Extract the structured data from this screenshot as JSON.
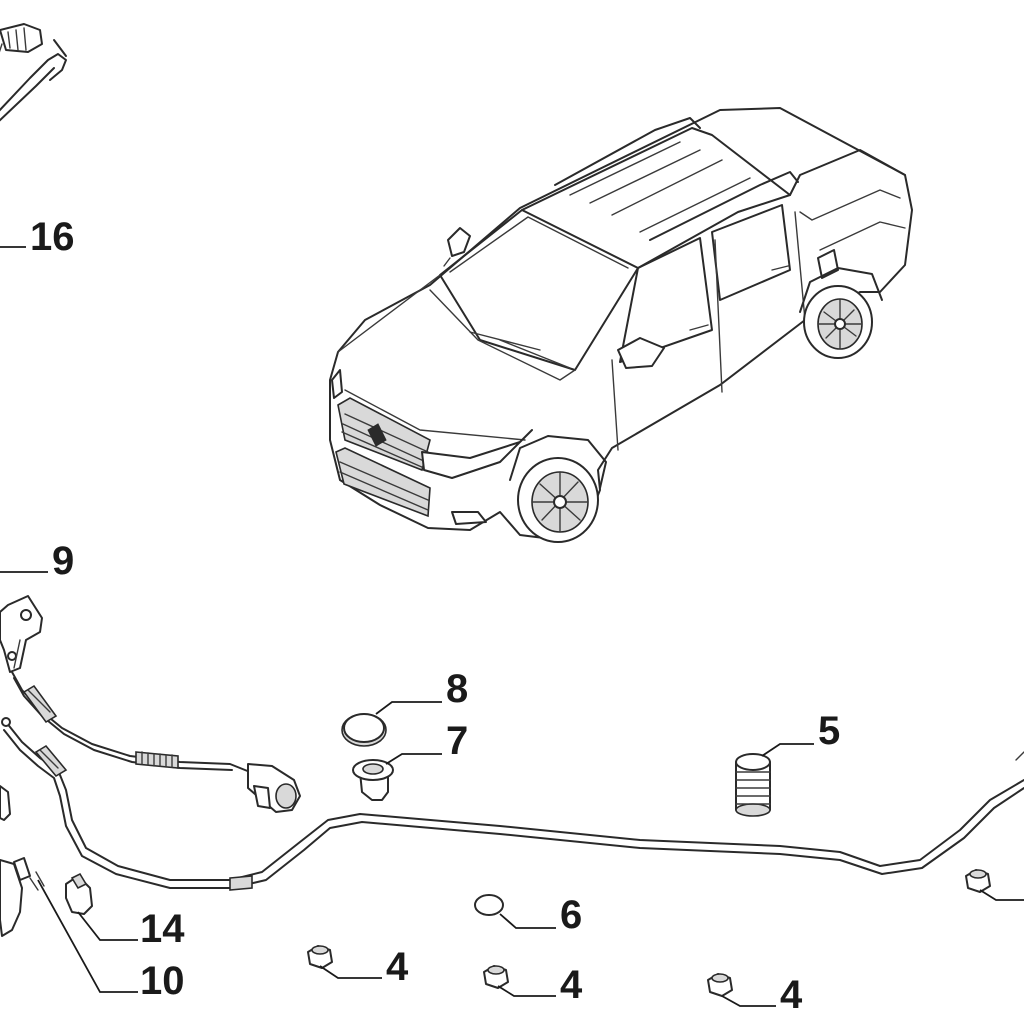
{
  "diagram": {
    "callouts": {
      "c16": "16",
      "c9": "9",
      "c8": "8",
      "c7": "7",
      "c5": "5",
      "c6": "6",
      "c14": "14",
      "c10": "10",
      "c4a": "4",
      "c4b": "4",
      "c4c": "4"
    }
  }
}
